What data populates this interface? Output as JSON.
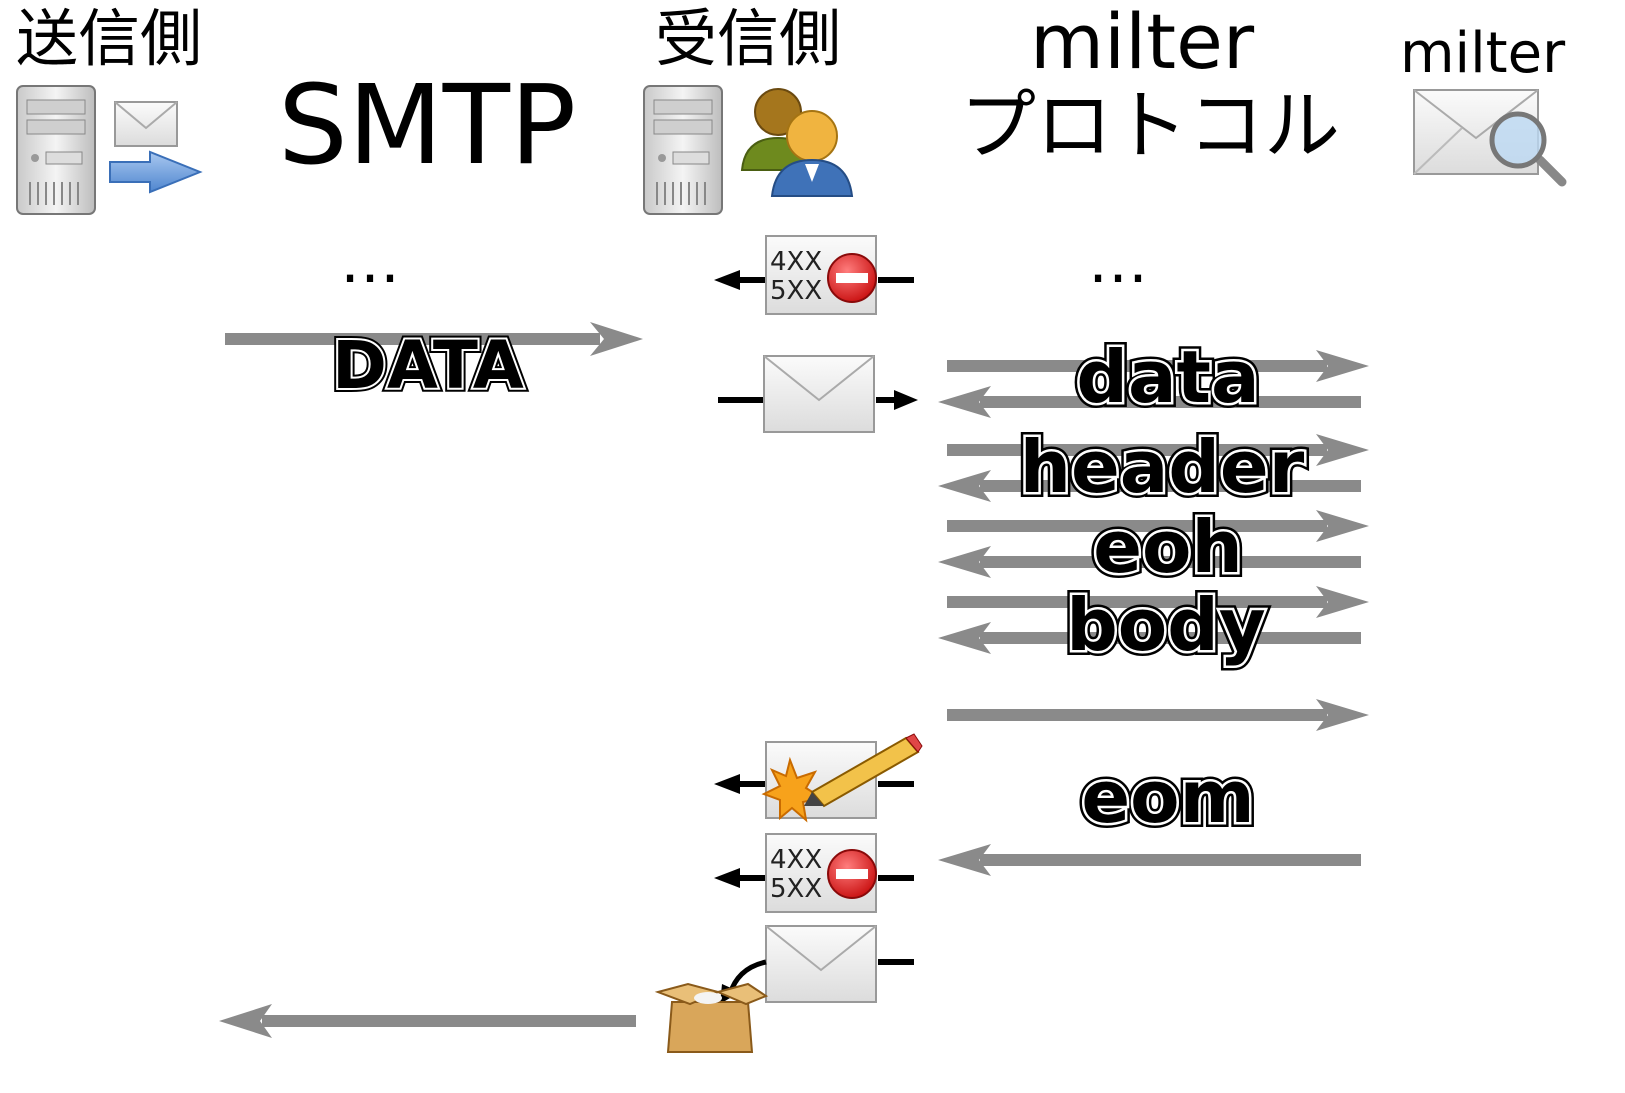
{
  "headers": {
    "sender": "送信側",
    "smtp": "SMTP",
    "receiver": "受信側",
    "milter_protocol_line1": "milter",
    "milter_protocol_line2": "プロトコル",
    "milter": "milter"
  },
  "ellipsis": "…",
  "smtp_command": "DATA",
  "milter_commands": [
    "data",
    "header",
    "eoh",
    "body",
    "eom"
  ],
  "reply_codes": {
    "temp": "4XX",
    "perm": "5XX"
  },
  "colors": {
    "arrow_gray": "#8a8a8a",
    "black": "#000000",
    "reject_red": "#d81e1e",
    "box_tan": "#d9a65a"
  },
  "icons": [
    "server-icon",
    "envelope-icon",
    "send-arrow-icon",
    "users-icon",
    "envelope-search-icon",
    "reject-envelope-icon",
    "edit-envelope-icon",
    "delivery-box-icon"
  ]
}
